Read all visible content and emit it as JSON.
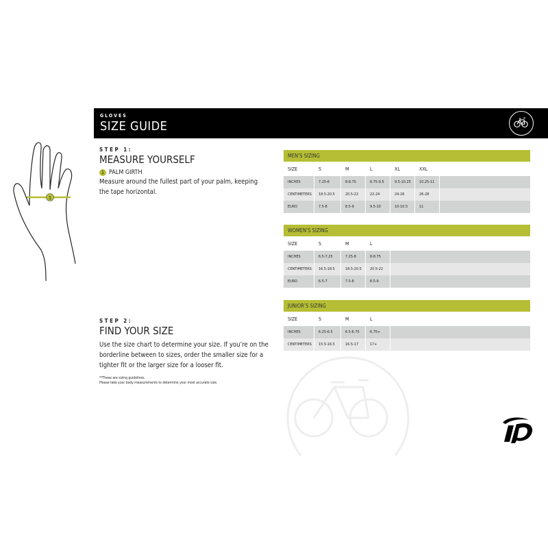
{
  "header": {
    "kicker": "GLOVES",
    "title": "SIZE GUIDE",
    "icon": "bicycle-icon"
  },
  "step1": {
    "kicker": "STEP 1:",
    "title": "MEASURE YOURSELF",
    "badge": "1",
    "point": "PALM GIRTH",
    "text": "Measure around the fullest part of your palm, keeping the tape horizontal."
  },
  "step2": {
    "kicker": "STEP 2:",
    "title": "FIND YOUR SIZE",
    "text": "Use the size chart to determine your size. If you’re on the borderline between to sizes, order the smaller size for a tighter fit or the larger size for a looser fit.",
    "note1": "**These are sizing guidelines.",
    "note2": "Please take your body measurements to determine your most accurate size."
  },
  "hand_marker": "1",
  "accent": "#b5be34",
  "tables": [
    {
      "title": "MEN’S SIZING",
      "head": [
        "SIZE",
        "S",
        "M",
        "L",
        "XL",
        "XXL"
      ],
      "rows": [
        [
          "INCHES",
          "7.25-8",
          "8-8.75",
          "8.75-9.5",
          "9.5-10.25",
          "10.25-11"
        ],
        [
          "CENTIMETERS",
          "18.5-20.5",
          "20.5-22",
          "22-24",
          "24-26",
          "26-28"
        ],
        [
          "EURO",
          "7.5-8",
          "8.5-9",
          "9.5-10",
          "10-10.5",
          "11"
        ]
      ]
    },
    {
      "title": "WOMEN’S SIZING",
      "head": [
        "SIZE",
        "S",
        "M",
        "L"
      ],
      "rows": [
        [
          "INCHES",
          "6.5-7.25",
          "7.25-8",
          "8-8.75"
        ],
        [
          "CENTIMETERS",
          "16.5-18.5",
          "18.5-20.5",
          "20.5-22"
        ],
        [
          "EURO",
          "6.5-7",
          "7.5-8",
          "8.5-9"
        ]
      ]
    },
    {
      "title": "JUNIOR’S SIZING",
      "head": [
        "SIZE",
        "S",
        "M",
        "L"
      ],
      "rows": [
        [
          "INCHES",
          "6.25-6.5",
          "6.5-6.75",
          "6.75+"
        ],
        [
          "CENTIMETERS",
          "15.5-16.5",
          "16.5-17",
          "17+"
        ]
      ]
    }
  ]
}
